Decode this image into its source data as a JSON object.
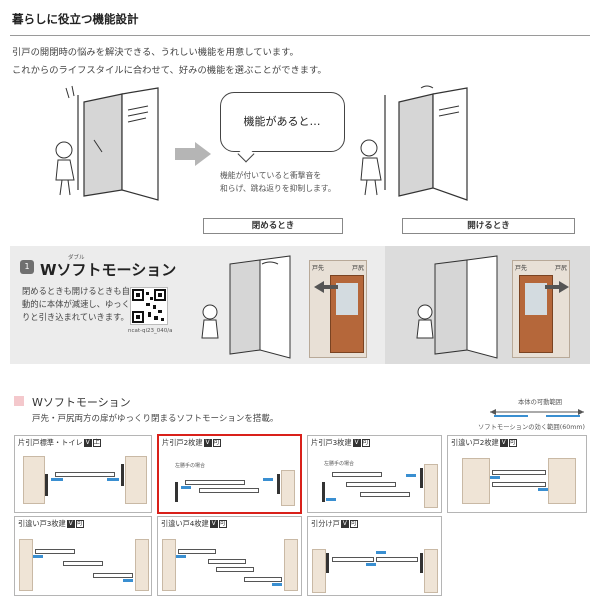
{
  "header": {
    "title": "暮らしに役立つ機能設計"
  },
  "intro": {
    "line1": "引戸の開閉時の悩みを解決できる、うれしい機能を用意しています。",
    "line2": "これからのライフスタイルに合わせて、好みの機能を選ぶことができます。"
  },
  "callout": {
    "bubble": "機能があると…",
    "sub1": "機能が付いていると衝撃音を",
    "sub2": "和らげ、跳ね返りを抑制します。"
  },
  "labels": {
    "closing": "閉めるとき",
    "opening": "開けるとき"
  },
  "feature": {
    "number": "1",
    "ruby": "ダブル",
    "title": "Wソフトモーション",
    "desc1": "閉めるときも開けるときも自",
    "desc2": "動的に本体が減速し、ゆっく",
    "desc3": "りと引き込まれていきます。",
    "qr_caption": "ncat-qi23_040/a",
    "photo_left": "戸先",
    "photo_right": "戸尻"
  },
  "section": {
    "title": "Wソフトモーション",
    "desc": "戸先・戸尻両方の扉がゆっくり閉まるソフトモーションを搭載。",
    "range_top": "本体の可動範囲",
    "range_bottom": "ソフトモーションの効く範囲(60mm)"
  },
  "cells": [
    {
      "title": "片引戸標準・トイレ",
      "chips": [
        "V",
        "上"
      ],
      "note": "",
      "highlight": false
    },
    {
      "title": "片引戸2枚建",
      "chips": [
        "V",
        "可"
      ],
      "note": "左勝手の場合",
      "highlight": true
    },
    {
      "title": "片引戸3枚建",
      "chips": [
        "V",
        "可"
      ],
      "note": "左勝手の場合",
      "highlight": false
    },
    {
      "title": "引違い戸2枚建",
      "chips": [
        "V",
        "可"
      ],
      "note": "",
      "highlight": false
    },
    {
      "title": "引違い戸3枚建",
      "chips": [
        "V",
        "可"
      ],
      "note": "",
      "highlight": false
    },
    {
      "title": "引違い戸4枚建",
      "chips": [
        "V",
        "可"
      ],
      "note": "",
      "highlight": false
    },
    {
      "title": "引分け戸",
      "chips": [
        "V",
        "可"
      ],
      "note": "",
      "highlight": false
    }
  ],
  "colors": {
    "highlight": "#d9201a",
    "damper": "#3a8fd1",
    "section_marker": "#f4c8cc"
  }
}
